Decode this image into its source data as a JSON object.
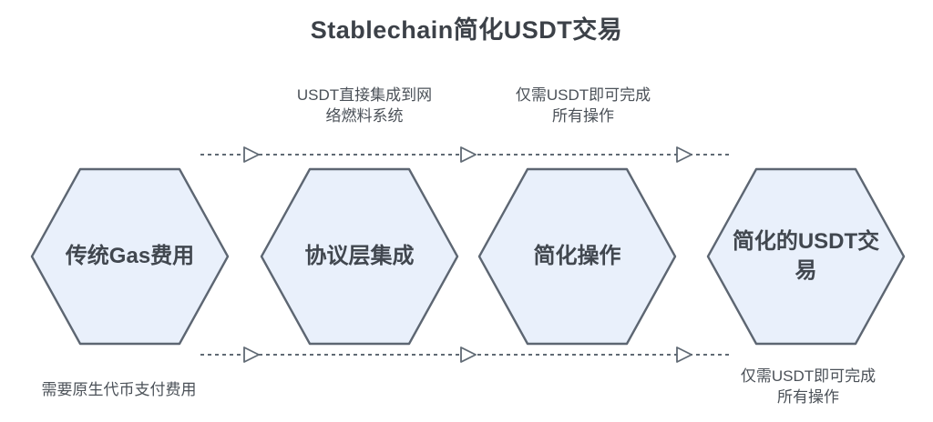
{
  "title": "Stablechain简化USDT交易",
  "nodes": [
    {
      "label": "传统Gas费用"
    },
    {
      "label": "协议层集成"
    },
    {
      "label": "简化操作"
    },
    {
      "label": "简化的USDT交易"
    }
  ],
  "annotations": {
    "top_left": "USDT直接集成到网\n络燃料系统",
    "top_right": "仅需USDT即可完成\n所有操作",
    "bottom_left": "需要原生代币支付费用",
    "bottom_right": "仅需USDT即可完成\n所有操作"
  },
  "colors": {
    "hexagon_fill": "#e9f0fb",
    "hexagon_border": "#5d6672",
    "arrow_line": "#606a74",
    "title_text": "#3c4148",
    "node_text": "#41474f",
    "annotation_text": "#4b5158",
    "background": "#ffffff"
  }
}
